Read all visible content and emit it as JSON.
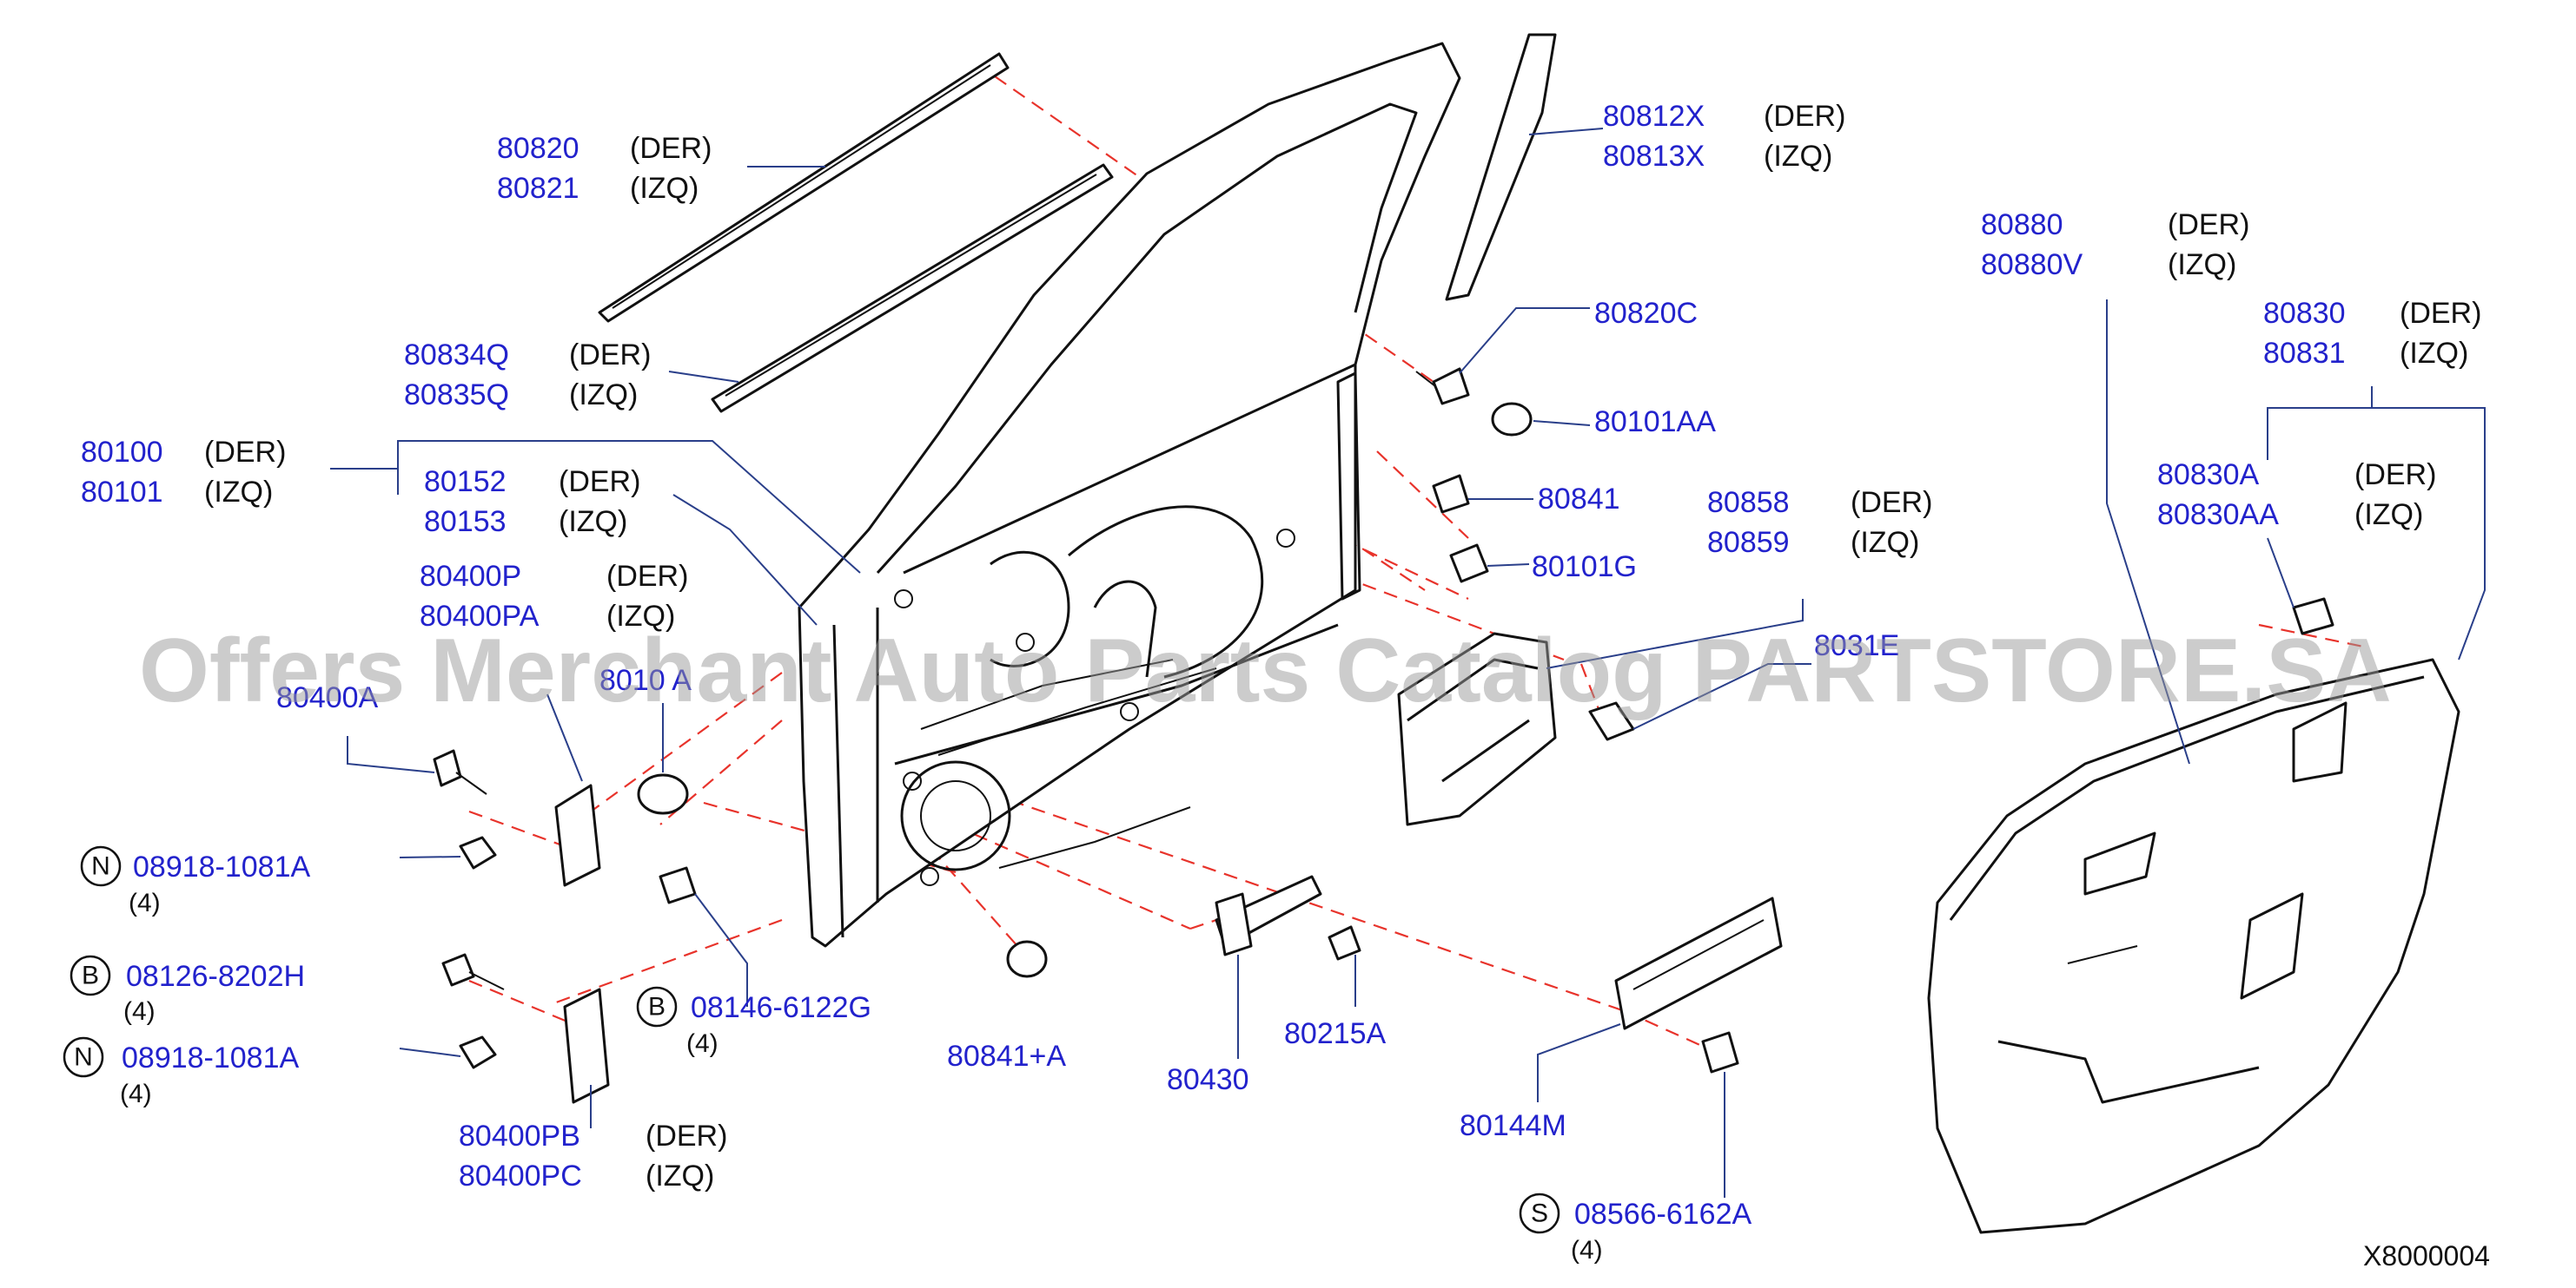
{
  "side_labels": {
    "der": "(DER)",
    "izq": "(IZQ)"
  },
  "watermark": "Offers Merchant Auto Parts Catalog PARTSTORE.SA",
  "figure_code": "X8000004",
  "callouts": [
    {
      "id": "c80820",
      "parts": [
        "80820",
        "80821"
      ],
      "sides": [
        "(DER)",
        "(IZQ)"
      ]
    },
    {
      "id": "c80834",
      "parts": [
        "80834Q",
        "80835Q"
      ],
      "sides": [
        "(DER)",
        "(IZQ)"
      ]
    },
    {
      "id": "c80100",
      "parts": [
        "80100",
        "80101"
      ],
      "sides": [
        "(DER)",
        "(IZQ)"
      ]
    },
    {
      "id": "c80152",
      "parts": [
        "80152",
        "80153"
      ],
      "sides": [
        "(DER)",
        "(IZQ)"
      ]
    },
    {
      "id": "c80400p",
      "parts": [
        "80400P",
        "80400PA"
      ],
      "sides": [
        "(DER)",
        "(IZQ)"
      ]
    },
    {
      "id": "c80400a",
      "parts": [
        "80400A"
      ]
    },
    {
      "id": "c8010a",
      "parts": [
        "8010 A"
      ]
    },
    {
      "id": "c80812",
      "parts": [
        "80812X",
        "80813X"
      ],
      "sides": [
        "(DER)",
        "(IZQ)"
      ]
    },
    {
      "id": "c80820c",
      "parts": [
        "80820C"
      ]
    },
    {
      "id": "c80101aa",
      "parts": [
        "80101AA"
      ]
    },
    {
      "id": "c80841",
      "parts": [
        "80841"
      ]
    },
    {
      "id": "c80101g",
      "parts": [
        "80101G"
      ]
    },
    {
      "id": "c80858",
      "parts": [
        "80858",
        "80859"
      ],
      "sides": [
        "(DER)",
        "(IZQ)"
      ]
    },
    {
      "id": "c8031e",
      "parts": [
        "8031E"
      ]
    },
    {
      "id": "c80880",
      "parts": [
        "80880",
        "80880V"
      ],
      "sides": [
        "(DER)",
        "(IZQ)"
      ]
    },
    {
      "id": "c80830",
      "parts": [
        "80830",
        "80831"
      ],
      "sides": [
        "(DER)",
        "(IZQ)"
      ]
    },
    {
      "id": "c80830a",
      "parts": [
        "80830A",
        "80830AA"
      ],
      "sides": [
        "(DER)",
        "(IZQ)"
      ]
    },
    {
      "id": "c80400pb",
      "parts": [
        "80400PB",
        "80400PC"
      ],
      "sides": [
        "(DER)",
        "(IZQ)"
      ]
    },
    {
      "id": "c80841a",
      "parts": [
        "80841+A"
      ]
    },
    {
      "id": "c80430",
      "parts": [
        "80430"
      ]
    },
    {
      "id": "c80215a",
      "parts": [
        "80215A"
      ]
    },
    {
      "id": "c80144m",
      "parts": [
        "80144M"
      ]
    }
  ],
  "fasteners": [
    {
      "id": "f1",
      "letter": "N",
      "part": "08918-1081A",
      "qty": "(4)"
    },
    {
      "id": "f2",
      "letter": "B",
      "part": "08126-8202H",
      "qty": "(4)"
    },
    {
      "id": "f3",
      "letter": "N",
      "part": "08918-1081A",
      "qty": "(4)"
    },
    {
      "id": "f4",
      "letter": "B",
      "part": "08146-6122G",
      "qty": "(4)"
    },
    {
      "id": "f5",
      "letter": "S",
      "part": "08566-6162A",
      "qty": "(4)"
    }
  ]
}
